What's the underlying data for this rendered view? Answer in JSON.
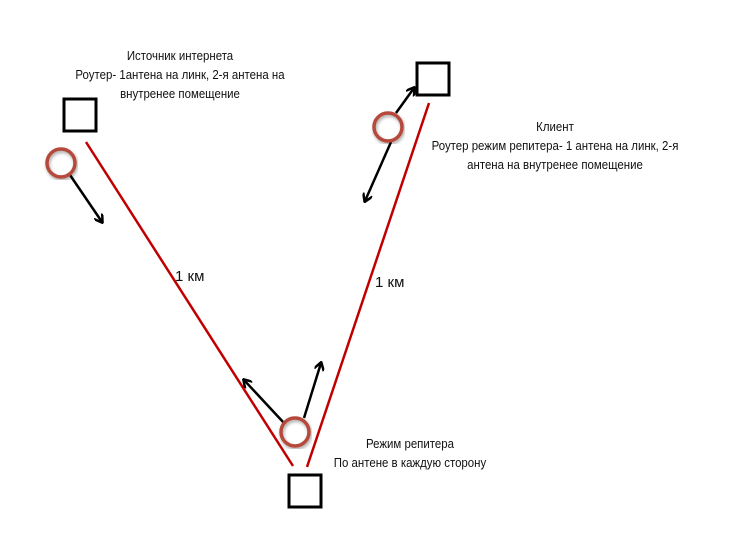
{
  "nodes": {
    "source": {
      "title": "Источник интернета",
      "line1": "Роутер- 1антена на линк, 2-я антена на",
      "line2": "внутренее помещение"
    },
    "client": {
      "title": "Клиент",
      "line1": "Роутер режим репитера- 1 антена на линк, 2-я",
      "line2": "антена на внутренее помещение"
    },
    "repeater": {
      "title": "Режим репитера",
      "line1": "По антене в каждую сторону"
    }
  },
  "links": [
    {
      "distance": "1 км"
    },
    {
      "distance": "1 км"
    }
  ],
  "colors": {
    "link": "#c00000",
    "antenna": "#b5483a",
    "box": "#000000"
  }
}
